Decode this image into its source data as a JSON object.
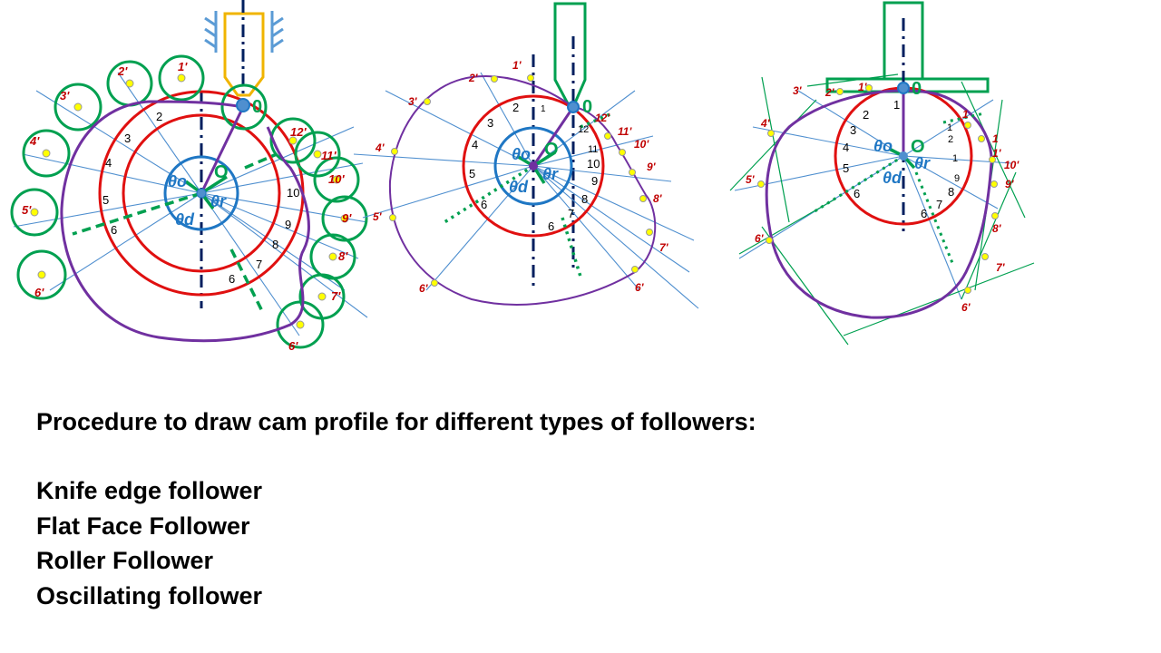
{
  "heading": "Procedure to draw cam profile for different types of followers:",
  "follower_types": [
    "Knife edge follower",
    "Flat Face Follower",
    "Roller Follower",
    "Oscillating follower"
  ],
  "labels": {
    "follower_O": "0",
    "center_O": "O",
    "theta_o": "θo",
    "theta_r": "θr",
    "theta_d": "θd",
    "inner_points": [
      "1",
      "2",
      "3",
      "4",
      "5",
      "6",
      "7",
      "8",
      "9",
      "10",
      "11",
      "12"
    ],
    "profile_points": [
      "1'",
      "2'",
      "3'",
      "4'",
      "5'",
      "6'",
      "7'",
      "8'",
      "9'",
      "10'",
      "11'",
      "12'"
    ]
  },
  "colors": {
    "base_circle": "#1f77c4",
    "pitch_circles": "#e01010",
    "profile": "#7030a0",
    "rollers": "#00a050",
    "follower_knife": "#f0b400",
    "follower_flat": "#00a050",
    "guide": "#5b9bd5",
    "centerline": "#001f5f",
    "rays": "#4f8fcf",
    "markers": "#ffff00",
    "point_label_red": "#c00000"
  }
}
